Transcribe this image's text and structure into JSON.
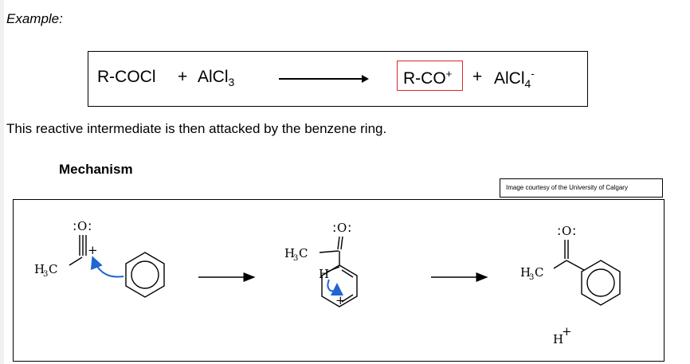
{
  "example": {
    "label": "Example:"
  },
  "equation": {
    "reactant_acyl": "R-COCl",
    "plus1": "+",
    "reactant_lewis": "AlCl",
    "reactant_lewis_sub": "3",
    "product_acylium": "R-CO",
    "product_acylium_sup": "+",
    "plus2": "+",
    "product_anion": "AlCl",
    "product_anion_sub": "4",
    "product_anion_sup": "-"
  },
  "sentence": "This reactive intermediate is then attacked by the benzene ring.",
  "mechanism": {
    "title": "Mechanism",
    "credit": "Image courtesy of the University of Calgary",
    "atoms": {
      "oxygen": "O",
      "lone_pairs": ":",
      "carbon_h": "H",
      "sub3": "3",
      "carbon_c": "C",
      "plus": "+",
      "hydrogen": "H",
      "proton": "H",
      "proton_charge": "+"
    }
  },
  "colors": {
    "highlight": "#d9262b",
    "curved_arrow": "#1f66d1"
  }
}
